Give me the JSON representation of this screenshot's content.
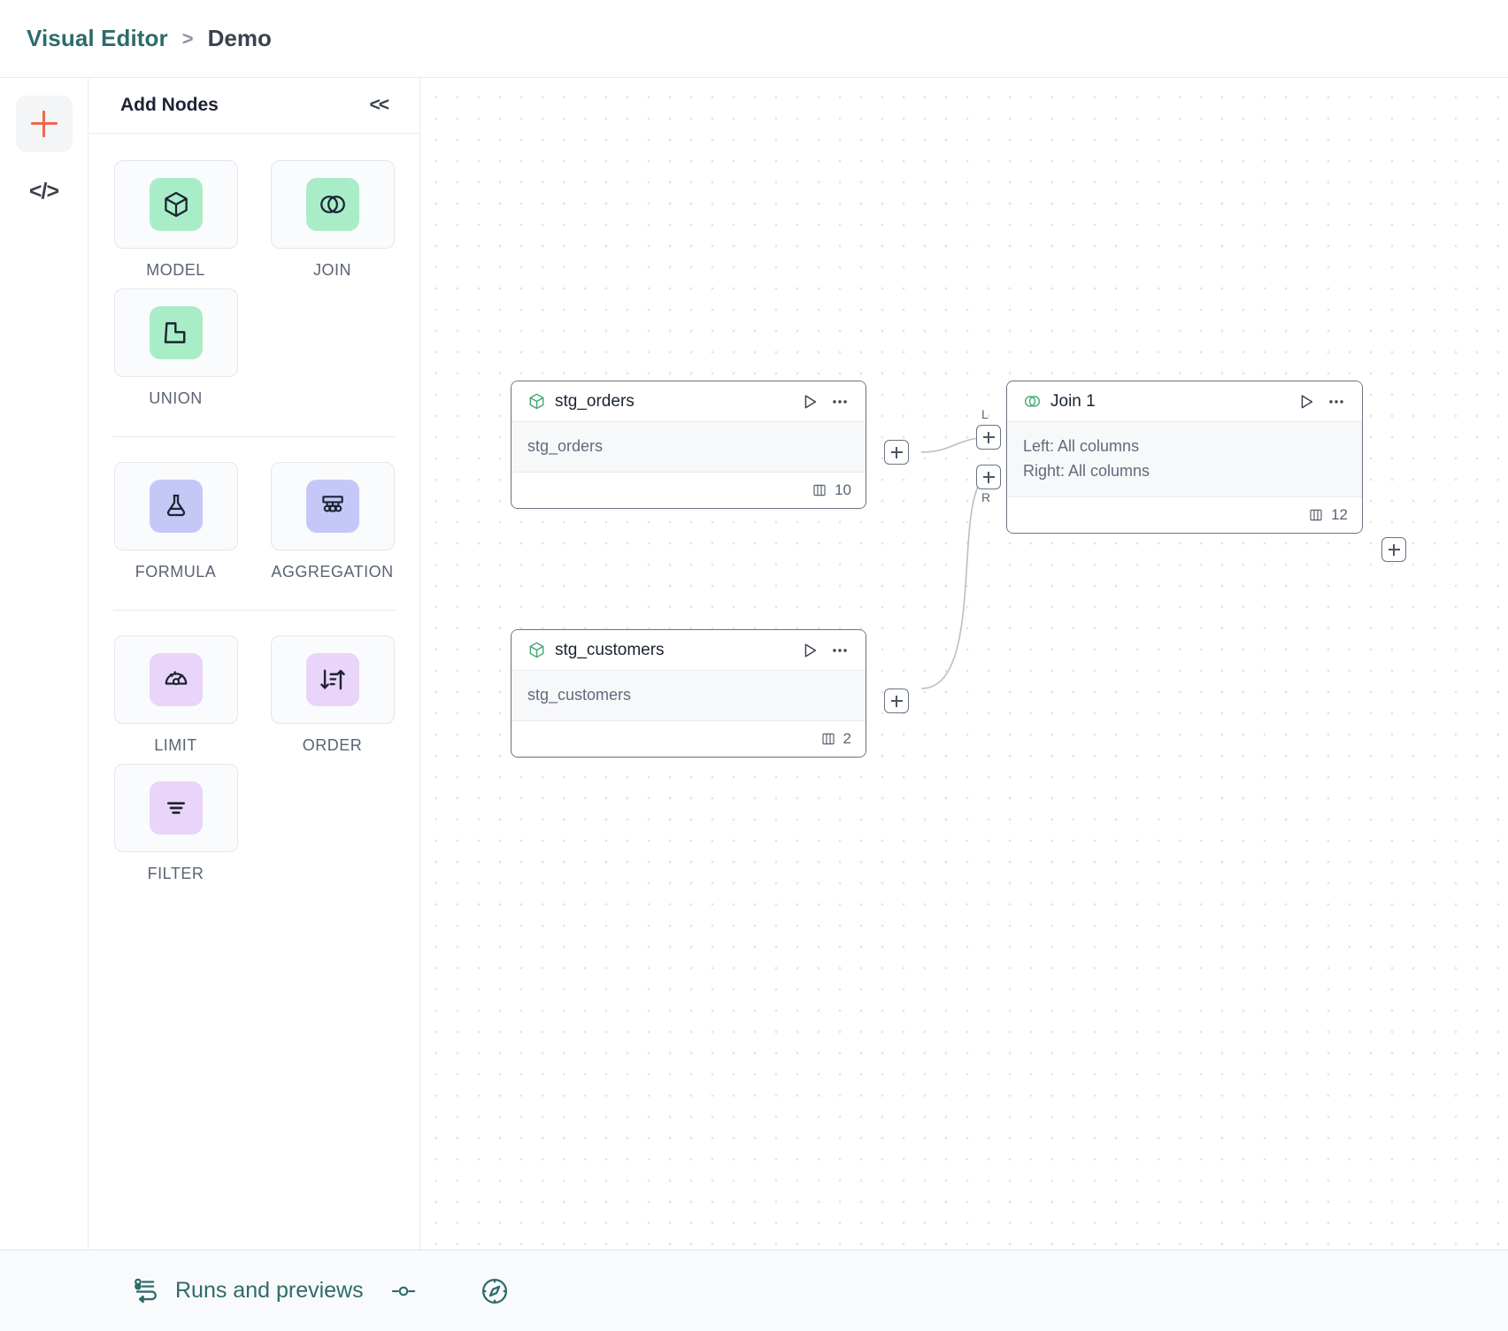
{
  "breadcrumb": {
    "root": "Visual Editor",
    "separator": ">",
    "leaf": "Demo"
  },
  "rail": {
    "items": [
      {
        "name": "add-node-rail-button",
        "icon": "plus-icon",
        "active": true
      },
      {
        "name": "code-view-rail-button",
        "icon": "code-icon",
        "label": "</>",
        "active": false
      }
    ]
  },
  "panel": {
    "title": "Add Nodes",
    "collapse_label": "<<",
    "groups": [
      {
        "id": "sources",
        "nodes": [
          {
            "label": "MODEL",
            "icon": "cube-icon",
            "swatch": "sw-green"
          },
          {
            "label": "JOIN",
            "icon": "venn-icon",
            "swatch": "sw-green"
          },
          {
            "label": "UNION",
            "icon": "union-shapes-icon",
            "swatch": "sw-green"
          }
        ]
      },
      {
        "id": "transforms",
        "nodes": [
          {
            "label": "FORMULA",
            "icon": "flask-icon",
            "swatch": "sw-indigo"
          },
          {
            "label": "AGGREGATION",
            "icon": "hierarchy-icon",
            "swatch": "sw-indigo"
          }
        ]
      },
      {
        "id": "refiners",
        "nodes": [
          {
            "label": "LIMIT",
            "icon": "gauge-icon",
            "swatch": "sw-violet"
          },
          {
            "label": "ORDER",
            "icon": "sort-arrows-icon",
            "swatch": "sw-violet"
          },
          {
            "label": "FILTER",
            "icon": "filter-lines-icon",
            "swatch": "sw-violet"
          }
        ]
      }
    ]
  },
  "canvas": {
    "nodes": [
      {
        "id": "stg_orders",
        "type": "model",
        "icon": "cube-icon",
        "title": "stg_orders",
        "subtitle_lines": [
          "stg_orders"
        ],
        "column_count": "10",
        "run_icon": "play-icon",
        "menu_icon": "ellipsis-icon",
        "columns_icon": "columns-icon"
      },
      {
        "id": "stg_customers",
        "type": "model",
        "icon": "cube-icon",
        "title": "stg_customers",
        "subtitle_lines": [
          "stg_customers"
        ],
        "column_count": "2",
        "run_icon": "play-icon",
        "menu_icon": "ellipsis-icon",
        "columns_icon": "columns-icon"
      },
      {
        "id": "join_1",
        "type": "join",
        "icon": "venn-icon",
        "title": "Join 1",
        "subtitle_lines": [
          "Left: All columns",
          "Right: All columns"
        ],
        "column_count": "12",
        "run_icon": "play-icon",
        "menu_icon": "ellipsis-icon",
        "columns_icon": "columns-icon"
      }
    ],
    "handle_tags": {
      "left": "L",
      "right": "R"
    },
    "handle_icon": "plus-icon"
  },
  "bottombar": {
    "runs_label": "Runs and previews",
    "runs_icon": "runs-flow-icon",
    "zoom_slider_icon": "zoom-slider-icon",
    "minimap_icon": "compass-icon"
  },
  "colors": {
    "accent_teal": "#2e6b6b",
    "accent_orange": "#ec6a4f",
    "green_swatch": "#a9edc8",
    "indigo_swatch": "#c5c8f7",
    "violet_swatch": "#e9d4fa",
    "node_border": "#6b7280",
    "grid_dot": "#e2e4ea"
  }
}
